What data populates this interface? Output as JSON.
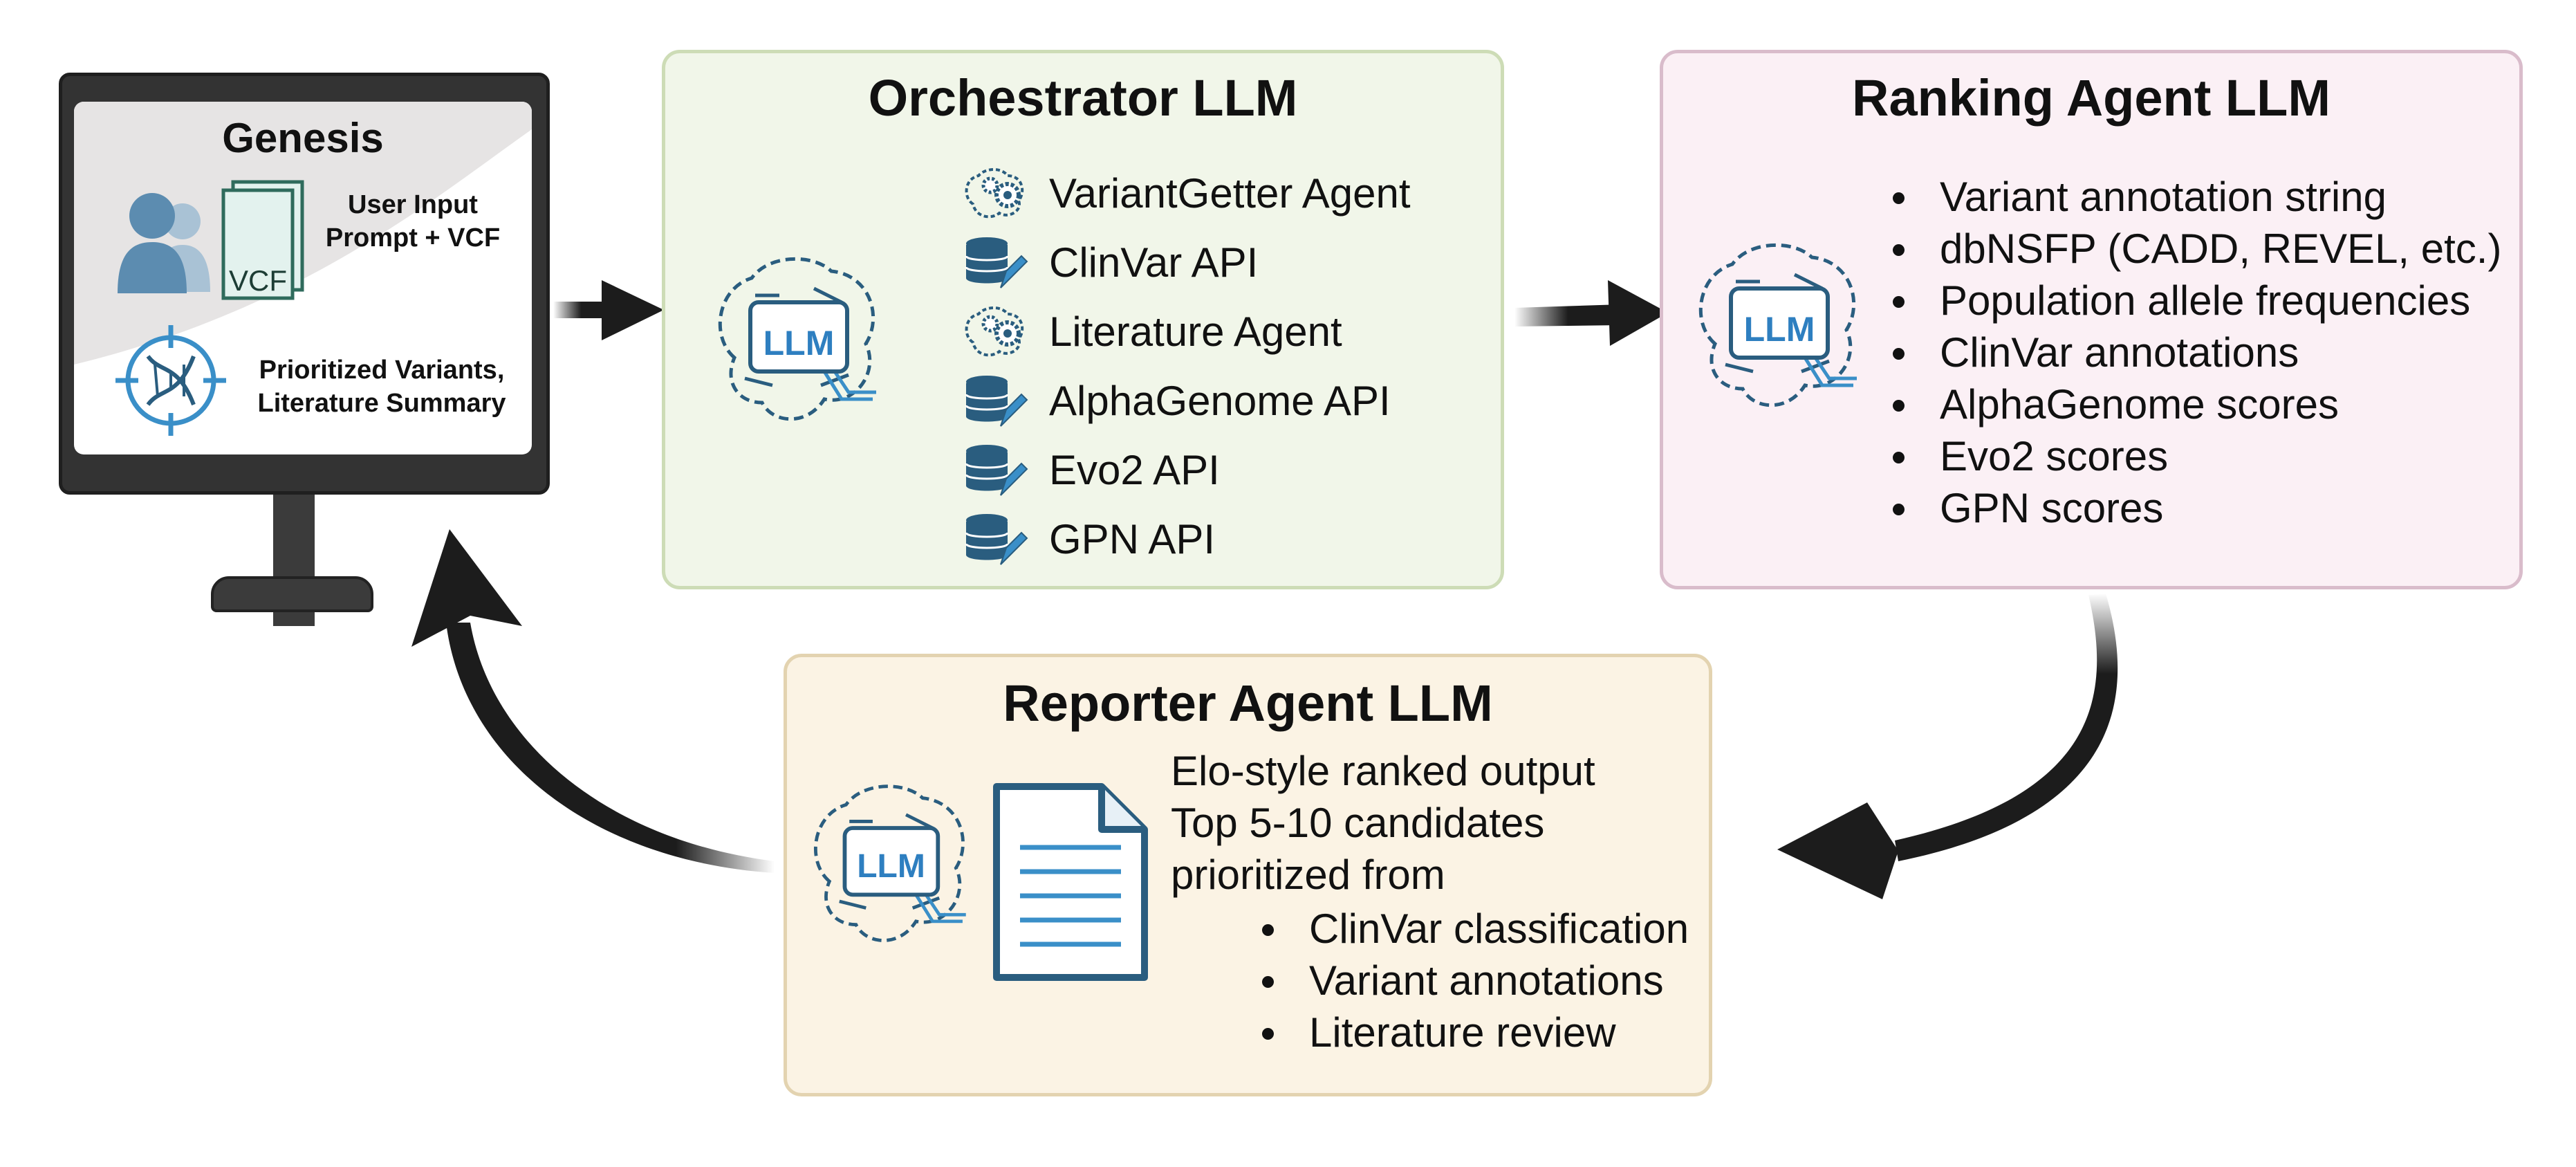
{
  "genesis": {
    "title": "Genesis",
    "vcf_label": "VCF",
    "user_input_line1": "User Input",
    "user_input_line2": "Prompt + VCF",
    "output_line1": "Prioritized Variants,",
    "output_line2": "Literature Summary"
  },
  "orchestrator": {
    "title": "Orchestrator LLM",
    "llm_label": "LLM",
    "tools": [
      {
        "label": "VariantGetter Agent",
        "icon": "agent-gear-icon"
      },
      {
        "label": "ClinVar API",
        "icon": "database-icon"
      },
      {
        "label": "Literature Agent",
        "icon": "agent-gear-icon"
      },
      {
        "label": "AlphaGenome API",
        "icon": "database-icon"
      },
      {
        "label": "Evo2 API",
        "icon": "database-icon"
      },
      {
        "label": "GPN API",
        "icon": "database-icon"
      }
    ]
  },
  "ranking": {
    "title": "Ranking Agent LLM",
    "llm_label": "LLM",
    "items": [
      "Variant annotation string",
      "dbNSFP (CADD, REVEL, etc.)",
      "Population allele frequencies",
      "ClinVar annotations",
      "AlphaGenome scores",
      "Evo2 scores",
      "GPN scores"
    ]
  },
  "reporter": {
    "title": "Reporter Agent LLM",
    "llm_label": "LLM",
    "lines": [
      "Elo-style ranked output",
      "Top 5-10 candidates",
      "prioritized from"
    ],
    "items": [
      "ClinVar classification",
      "Variant annotations",
      "Literature review"
    ]
  },
  "colors": {
    "orchestrator_bg": "#f1f6e9",
    "orchestrator_border": "#cddcb6",
    "ranking_bg": "#fbf0f5",
    "ranking_border": "#d9bccb",
    "reporter_bg": "#fbf3e4",
    "reporter_border": "#e3d3b0",
    "icon_blue": "#2e7fc0",
    "icon_dark": "#2a5d7f",
    "arrow": "#1c1c1c"
  }
}
